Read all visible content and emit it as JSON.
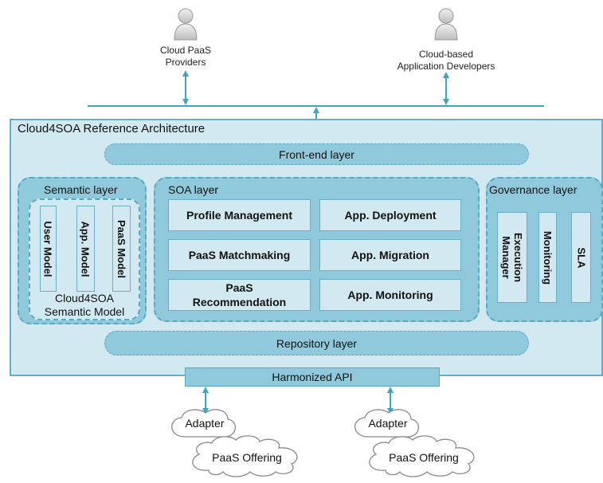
{
  "actors": {
    "paas_providers": "Cloud PaaS\nProviders",
    "developers": "Cloud-based\nApplication Developers"
  },
  "architecture": {
    "title": "Cloud4SOA Reference Architecture",
    "frontend_layer": "Front-end layer",
    "repository_layer": "Repository layer",
    "harmonized_api": "Harmonized API"
  },
  "semantic_layer": {
    "title": "Semantic layer",
    "models": [
      "User Model",
      "App. Model",
      "PaaS Model"
    ],
    "caption": "Cloud4SOA\nSemantic Model"
  },
  "soa_layer": {
    "title": "SOA layer",
    "components": [
      "Profile Management",
      "App. Deployment",
      "PaaS Matchmaking",
      "App. Migration",
      "PaaS\nRecommendation",
      "App. Monitoring"
    ]
  },
  "governance_layer": {
    "title": "Governance layer",
    "components": [
      "Execution\nManager",
      "Monitoring",
      "SLA"
    ]
  },
  "clouds": [
    {
      "adapter": "Adapter",
      "offering": "PaaS Offering"
    },
    {
      "adapter": "Adapter",
      "offering": "PaaS Offering"
    }
  ],
  "colors": {
    "frame_fill": "#d3e9f2",
    "layer_fill": "#8fc9db",
    "border": "#5aa9c2",
    "arrow": "#3fa6bf"
  }
}
